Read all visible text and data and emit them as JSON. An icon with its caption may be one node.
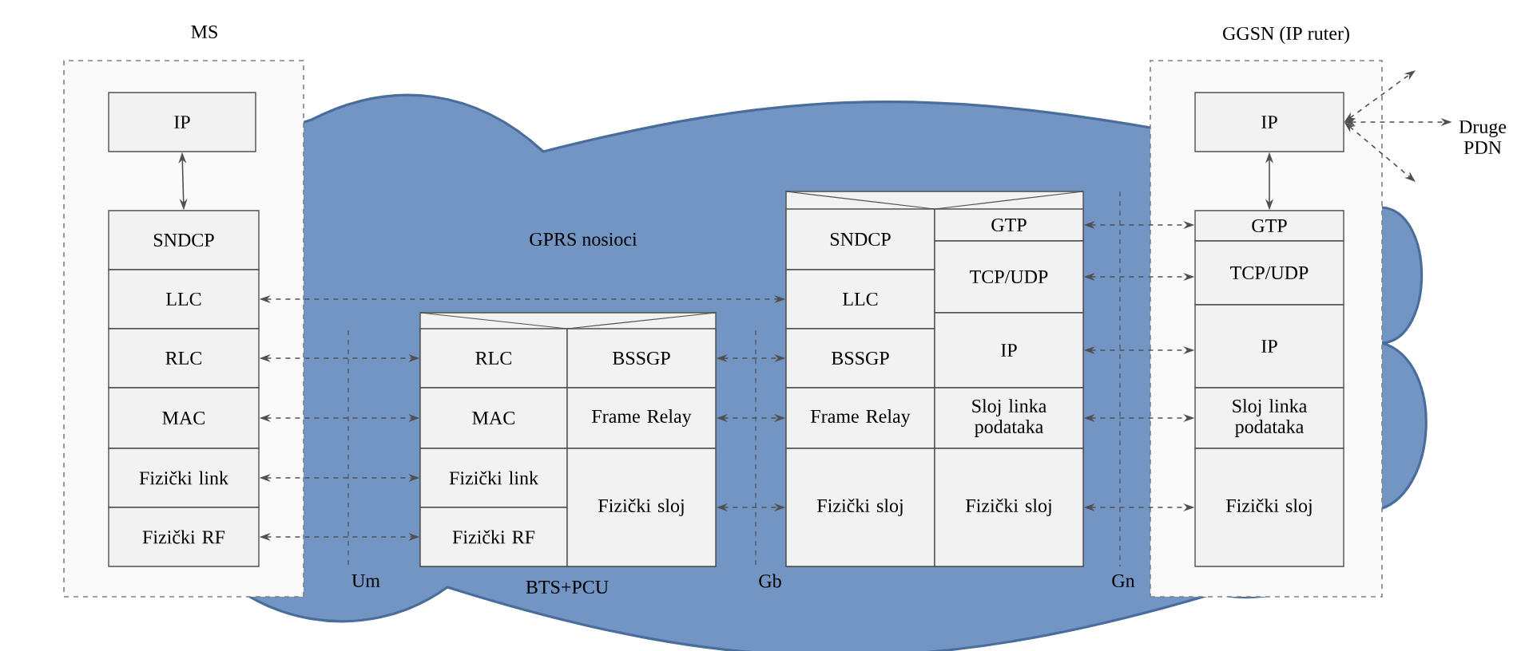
{
  "diagram": {
    "nodes": [
      {
        "text": [
          "MS"
        ]
      },
      {
        "text": [
          "IP"
        ],
        "in": 0
      },
      {
        "text": [
          "SNDCP"
        ],
        "in": 0
      },
      {
        "text": [
          "LLC"
        ],
        "in": 0
      },
      {
        "text": [
          "RLC"
        ],
        "in": 0
      },
      {
        "text": [
          "MAC"
        ],
        "in": 0
      },
      {
        "text": [
          "Fizički link"
        ],
        "in": 0
      },
      {
        "text": [
          "Fizički RF"
        ],
        "in": 0
      },
      {
        "text": [
          "BTS+PCU"
        ]
      },
      {
        "text": [
          "RLC"
        ],
        "in": 8
      },
      {
        "text": [
          "MAC"
        ],
        "in": 8
      },
      {
        "text": [
          "Fizički link"
        ],
        "in": 8
      },
      {
        "text": [
          "Fizički RF"
        ],
        "in": 8
      },
      {
        "text": [
          "BSSGP"
        ],
        "in": 8
      },
      {
        "text": [
          "Frame Relay"
        ],
        "in": 8
      },
      {
        "text": [
          "Fizički sloj"
        ],
        "in": 8
      },
      {
        "text": [],
        "shape": "box"
      },
      {
        "text": [
          "SNDCP"
        ],
        "in": 16
      },
      {
        "text": [
          "LLC"
        ],
        "in": 16
      },
      {
        "text": [
          "BSSGP"
        ],
        "in": 16
      },
      {
        "text": [
          "Frame Relay"
        ],
        "in": 16
      },
      {
        "text": [
          "Fizički sloj"
        ],
        "in": 16
      },
      {
        "text": [
          "GTP"
        ],
        "in": 16
      },
      {
        "text": [
          "TCP/UDP"
        ],
        "in": 16
      },
      {
        "text": [
          "IP"
        ],
        "in": 16
      },
      {
        "text": [
          "Sloj linka podataka"
        ],
        "in": 16
      },
      {
        "text": [
          "Fizički sloj"
        ],
        "in": 16
      },
      {
        "text": [
          "GGSN (IP ruter)"
        ]
      },
      {
        "text": [
          "IP"
        ],
        "in": 27
      },
      {
        "text": [
          "GTP"
        ],
        "in": 27
      },
      {
        "text": [
          "TCP/UDP"
        ],
        "in": 27
      },
      {
        "text": [
          "IP"
        ],
        "in": 27
      },
      {
        "text": [
          "Sloj linka podataka"
        ],
        "in": 27
      },
      {
        "text": [
          "Fizički sloj"
        ],
        "in": 27
      },
      {
        "text": [
          "Druge PDN"
        ]
      }
    ],
    "edges": [
      {
        "from": 1,
        "to": 2,
        "arrow": "both"
      },
      {
        "from": 3,
        "to": 18,
        "arrow": "both",
        "style": "dashed"
      },
      {
        "from": 4,
        "to": 9,
        "arrow": "both",
        "style": "dashed"
      },
      {
        "from": 5,
        "to": 10,
        "arrow": "both",
        "style": "dashed"
      },
      {
        "from": 6,
        "to": 11,
        "arrow": "both",
        "style": "dashed"
      },
      {
        "from": 7,
        "to": 12,
        "arrow": "both",
        "style": "dashed"
      },
      {
        "from": 13,
        "to": 19,
        "arrow": "both",
        "style": "dashed"
      },
      {
        "from": 14,
        "to": 20,
        "arrow": "both",
        "style": "dashed"
      },
      {
        "from": 15,
        "to": 21,
        "arrow": "both",
        "style": "dashed"
      },
      {
        "from": 22,
        "to": 29,
        "arrow": "both",
        "style": "dashed"
      },
      {
        "from": 23,
        "to": 30,
        "arrow": "both",
        "style": "dashed"
      },
      {
        "from": 24,
        "to": 31,
        "arrow": "both",
        "style": "dashed"
      },
      {
        "from": 25,
        "to": 32,
        "arrow": "both",
        "style": "dashed"
      },
      {
        "from": 26,
        "to": 33,
        "arrow": "both",
        "style": "dashed"
      },
      {
        "from": 28,
        "to": 29,
        "arrow": "both"
      },
      {
        "from": 28,
        "to": null,
        "arrow": "both",
        "style": "dashed"
      },
      {
        "from": 28,
        "to": 34,
        "arrow": "both",
        "style": "dashed"
      },
      {
        "from": 28,
        "to": null,
        "arrow": "both",
        "style": "dashed"
      }
    ],
    "labels": [
      "GPRS nosioci",
      "Um",
      "Gb",
      "Gn"
    ]
  }
}
